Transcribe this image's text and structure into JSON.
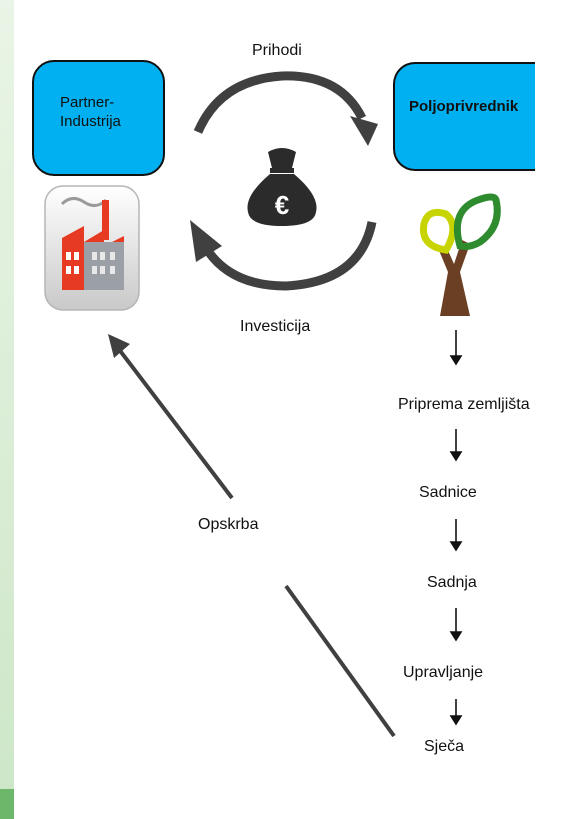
{
  "nodes": {
    "partner": {
      "label_line1": "Partner-",
      "label_line2": "Industrija"
    },
    "farmer": {
      "label": "Poljoprivrednik"
    }
  },
  "cycle": {
    "top_label": "Prihodi",
    "bottom_label": "Investicija",
    "money_symbol": "€"
  },
  "supply": {
    "label": "Opskrba"
  },
  "steps": [
    {
      "label": "Priprema zemljišta"
    },
    {
      "label": "Sadnice"
    },
    {
      "label": "Sadnja"
    },
    {
      "label": "Upravljanje"
    },
    {
      "label": "Sječa"
    }
  ],
  "icons": {
    "factory": "factory-icon",
    "money_bag": "money-bag-icon",
    "tree": "tree-icon"
  },
  "colors": {
    "box_fill": "#00b0f0",
    "arrow": "#404040",
    "factory_red": "#e63b22",
    "leaf_dark_green": "#2e8b2e",
    "leaf_yellow_green": "#c8d400",
    "trunk": "#6b3f24",
    "side_green": "#6cb86a"
  }
}
